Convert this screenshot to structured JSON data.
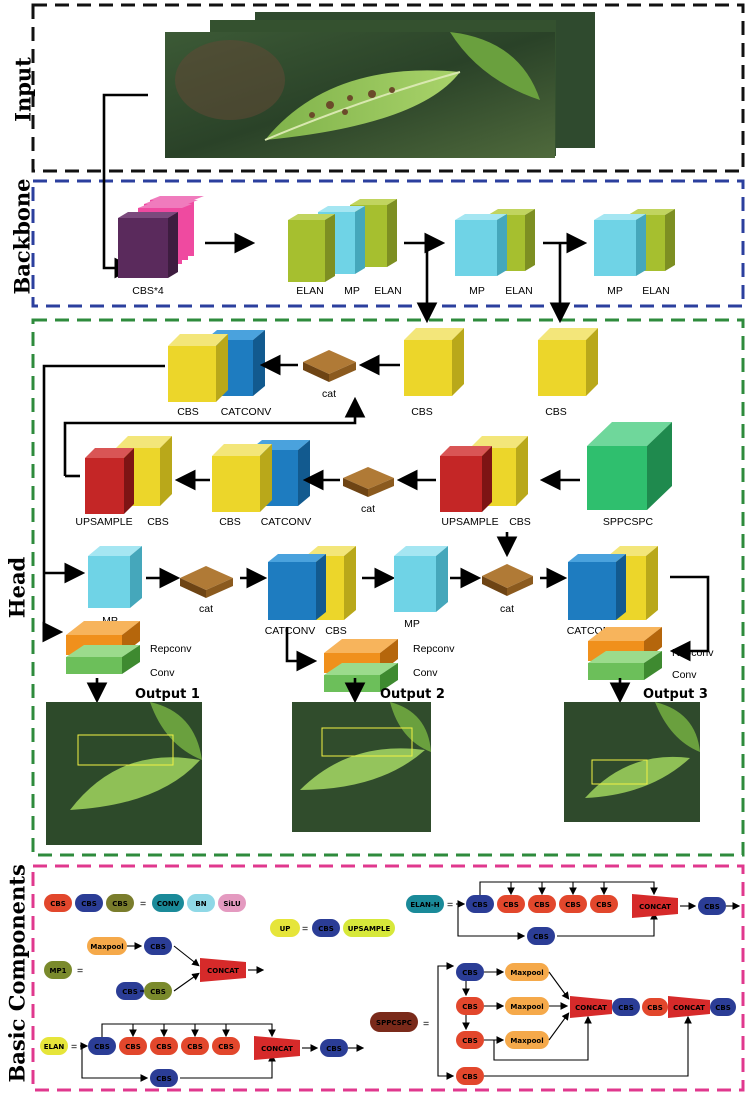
{
  "sections": {
    "input": "Input",
    "backbone": "Backbone",
    "head": "Head",
    "basic": "Basic Components"
  },
  "backbone": {
    "cbs4": "CBS*4",
    "elan_a": "ELAN",
    "mp_a": "MP",
    "elan_b": "ELAN",
    "mp_b": "MP",
    "elan_c": "ELAN",
    "mp_c": "MP",
    "elan_d": "ELAN"
  },
  "head": {
    "cbs_top_left": "CBS",
    "catconv_top_left": "CATCONV",
    "cat_top": "cat",
    "cbs_top_mid": "CBS",
    "cbs_top_right": "CBS",
    "upsample_left": "UPSAMPLE",
    "cbs_up_left": "CBS",
    "cbs_mid": "CBS",
    "catconv_mid": "CATCONV",
    "cat_mid": "cat",
    "upsample_right": "UPSAMPLE",
    "cbs_up_right": "CBS",
    "sppcspc": "SPPCSPC",
    "mp_left": "MP",
    "cat_low_left": "cat",
    "catconv_low": "CATCONV",
    "cbs_low": "CBS",
    "mp_mid": "MP",
    "cat_low_right": "cat",
    "catconv_low_right": "CATCONV",
    "cbs_low_right": "CBS",
    "repconv": "Repconv",
    "conv": "Conv",
    "output1": "Output 1",
    "output2": "Output 2",
    "output3": "Output 3"
  },
  "basic": {
    "cbs": "CBS",
    "equals": "=",
    "conv": "CONV",
    "bn": "BN",
    "silu": "SiLU",
    "up": "UP",
    "upsample": "UPSAMPLE",
    "mp1": "MP1",
    "maxpool": "Maxpool",
    "concat": "CONCAT",
    "elan": "ELAN",
    "elan_h": "ELAN-H",
    "sppcspc": "SPPCSPC"
  },
  "colors": {
    "input_border": "#111111",
    "backbone_border": "#2b3f9e",
    "head_border": "#2e8b3c",
    "basic_border": "#e0388e",
    "cbs_yellow": "#ecd62a",
    "elan_green": "#a6bf2f",
    "mp_cyan": "#6fd3e6",
    "catconv_blue": "#1e7cc0",
    "upsample_red": "#c42626",
    "sppcspc_green": "#2fbf6e",
    "cat_brown": "#8b5a1e",
    "repconv_orange": "#f0901c",
    "conv_green": "#6cbf5a",
    "cbs4_purple": "#5a2a5c",
    "cbs4_pink": "#ef4aa0"
  },
  "icons": {
    "leaf_image": "leaf-photo",
    "detection_image": "detection-photo"
  }
}
